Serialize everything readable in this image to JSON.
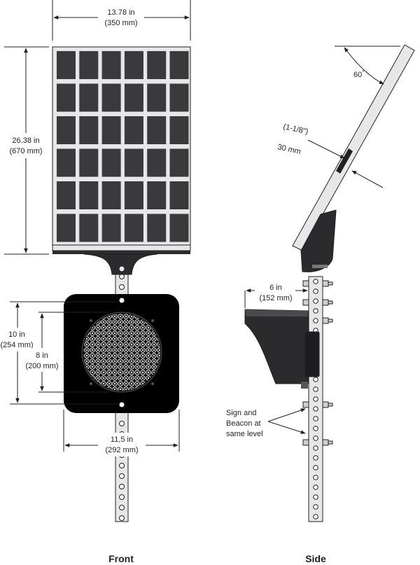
{
  "dimensions": {
    "panel_width_in": "13.78 in",
    "panel_width_mm": "(350 mm)",
    "panel_height_in": "26.38 in",
    "panel_height_mm": "(670 mm)",
    "sign_height_in": "10 in",
    "sign_height_mm": "(254 mm)",
    "beacon_height_in": "8 in",
    "beacon_height_mm": "(200 mm)",
    "sign_width_in": "11,5 in",
    "sign_width_mm": "(292 mm)",
    "angle": "60",
    "angle_unit": "°",
    "thickness_in": "(1-1/8\")",
    "thickness_mm": "30 mm",
    "depth_in": "6 in",
    "depth_mm": "(152 mm)",
    "note_line1": "Sign and",
    "note_line2": "Beacon at",
    "note_line3": "same level"
  },
  "views": {
    "front": "Front",
    "side": "Side"
  },
  "colors": {
    "ink": "#231f20",
    "cell": "#3a3a3c",
    "frame": "#e6e7e8",
    "pole": "#e6e7e8"
  }
}
